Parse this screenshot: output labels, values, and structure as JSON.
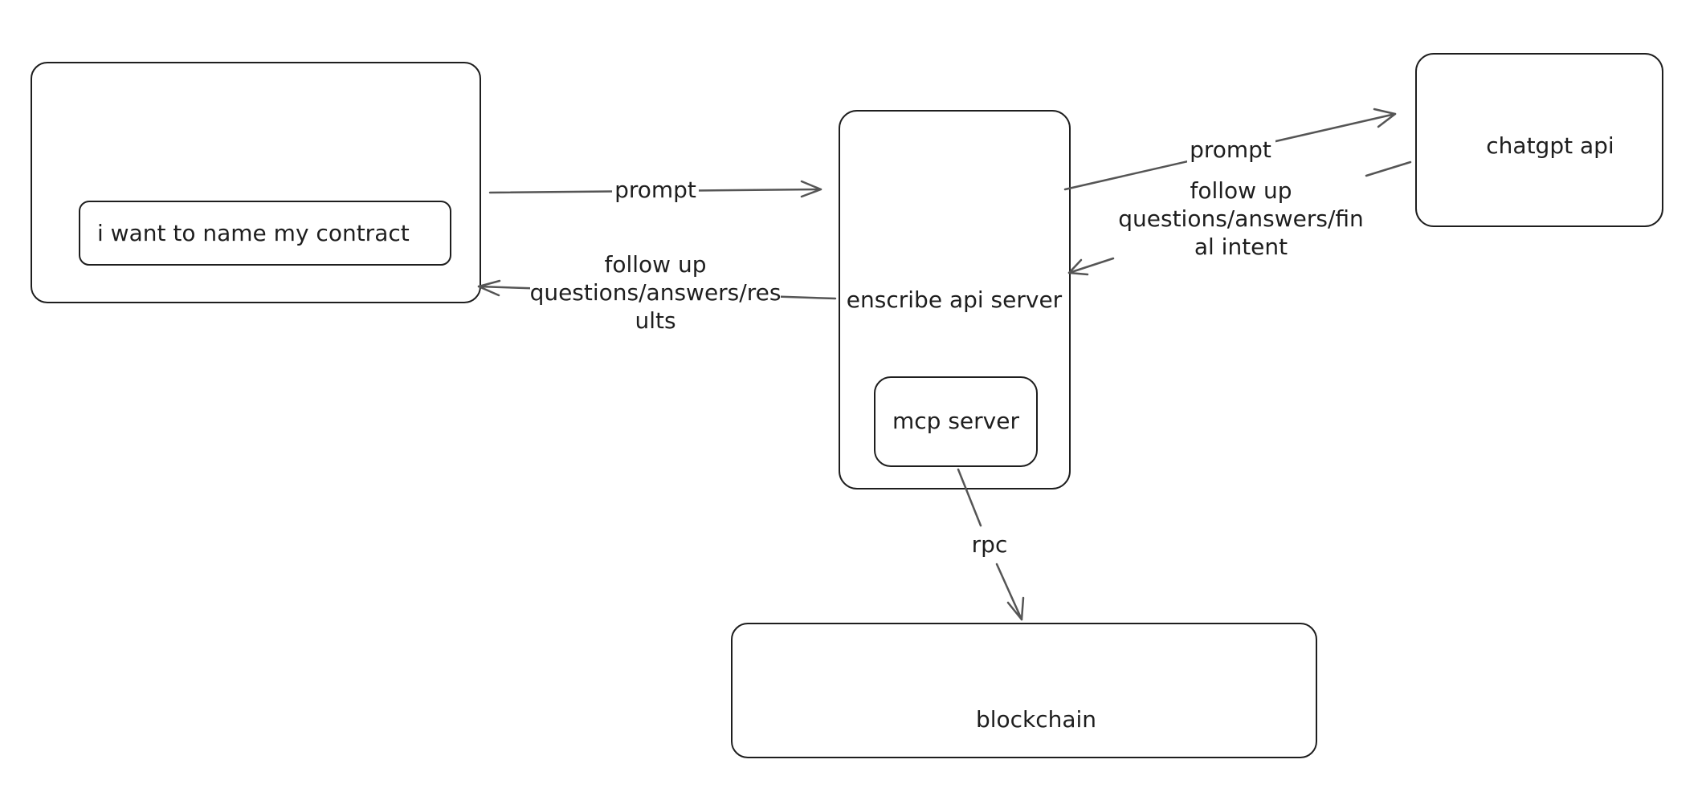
{
  "nodes": {
    "user_input": {
      "text": "i want to name my contract"
    },
    "chatgpt": {
      "label": "chatgpt api"
    },
    "enscribe_server": {
      "label": "enscribe api server"
    },
    "mcp_server": {
      "label": "mcp server"
    },
    "blockchain": {
      "label": "blockchain"
    }
  },
  "edges": {
    "client_to_server": {
      "label": "prompt"
    },
    "server_to_client": {
      "label_lines": [
        "follow up",
        "questions/answers/res",
        "ults"
      ]
    },
    "server_to_chatgpt": {
      "label": "prompt"
    },
    "chatgpt_to_server": {
      "label_lines": [
        "follow up",
        "questions/answers/fin",
        "al intent"
      ]
    },
    "mcp_to_blockchain": {
      "label": "rpc"
    }
  },
  "colors": {
    "stroke": "#1e1e1e",
    "arrow": "#555555",
    "background": "#ffffff"
  }
}
